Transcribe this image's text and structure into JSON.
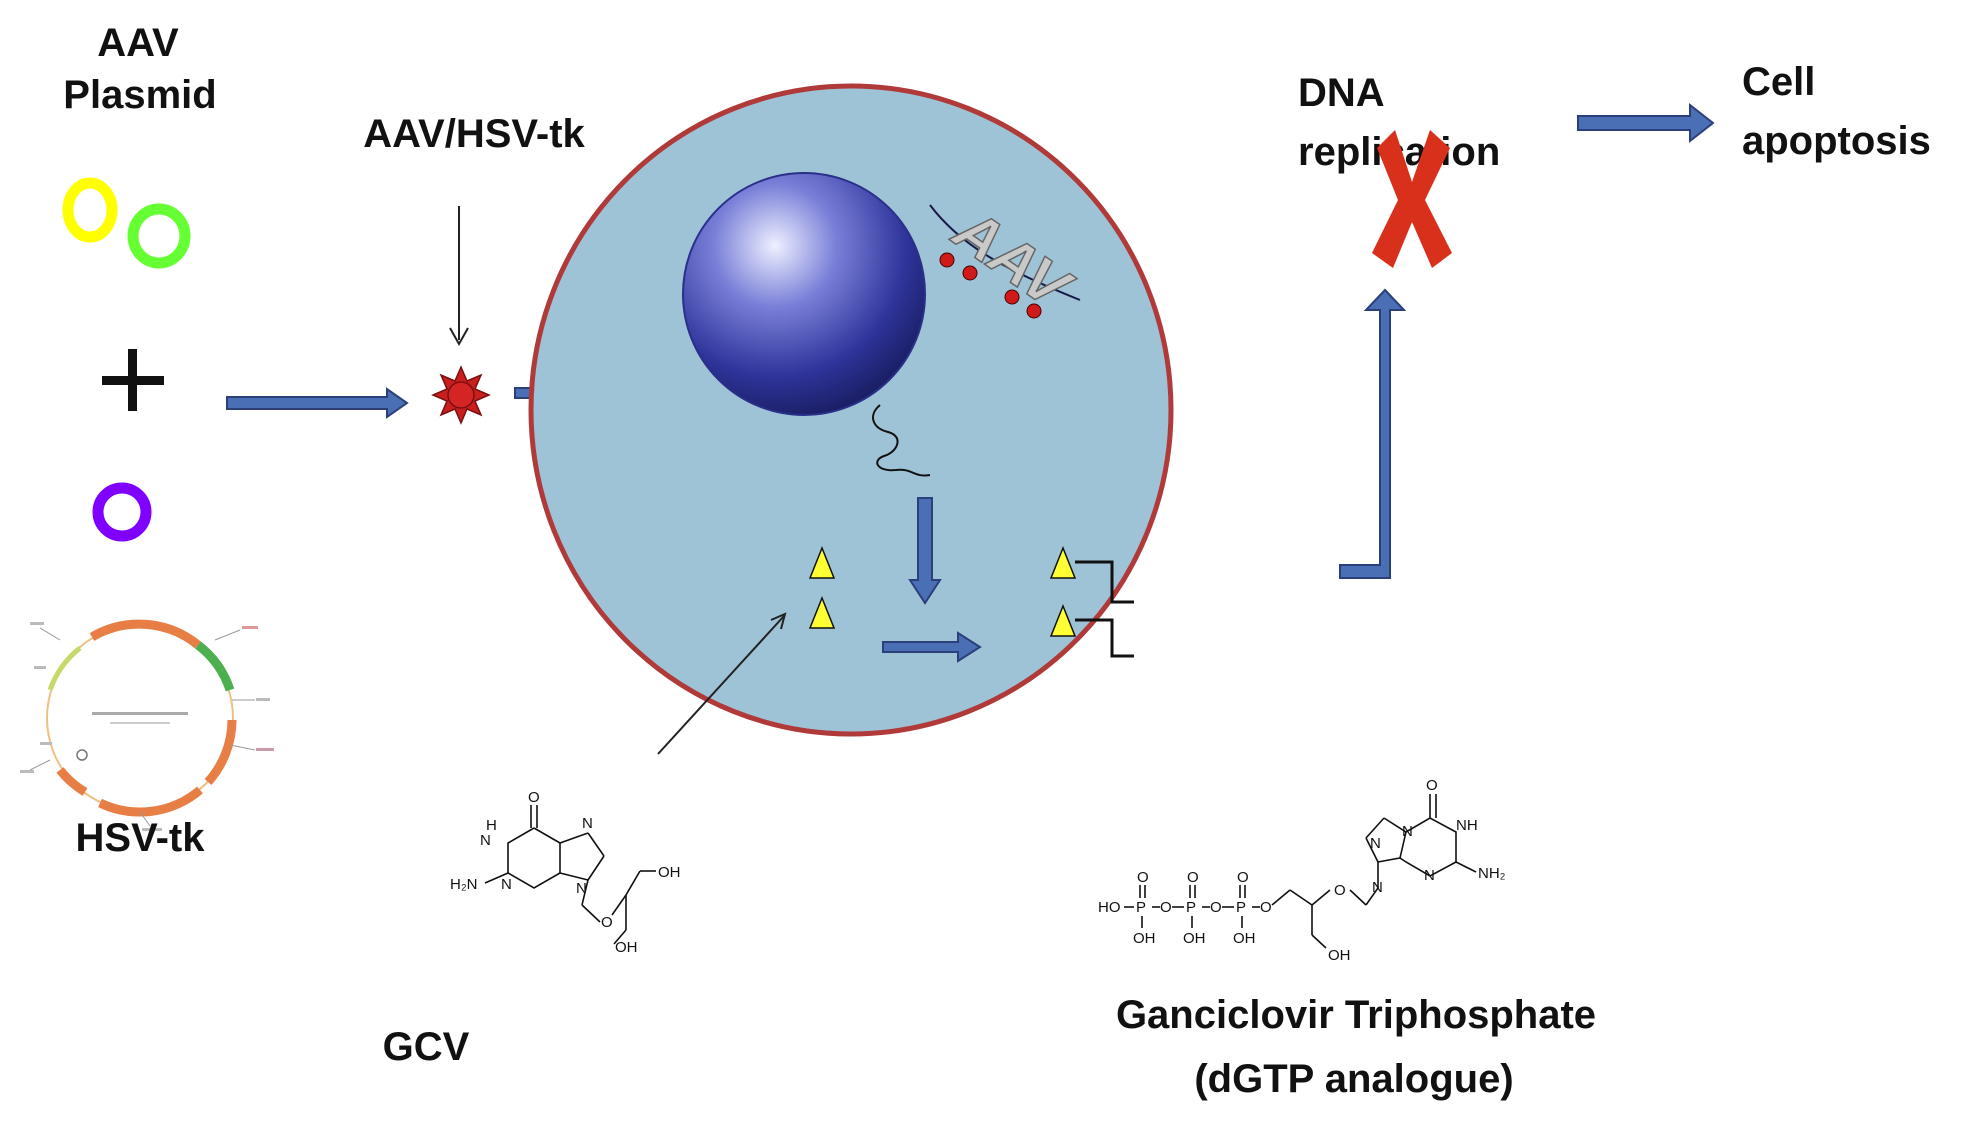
{
  "labels": {
    "aav_plasmid_line1": "AAV",
    "aav_plasmid_line2": "Plasmid",
    "aav_hsv_tk": "AAV/HSV-tk",
    "hsv_tk": "HSV-tk",
    "dna_replication_line1": "DNA",
    "dna_replication_line2": "replication",
    "cell_apoptosis_line1": "Cell",
    "cell_apoptosis_line2": "apoptosis",
    "gcv": "GCV",
    "gtp_line1": "Ganciclovir Triphosphate",
    "gtp_line2": "(dGTP analogue)",
    "nucleus_text": "AAV",
    "plus": "+"
  },
  "chem": {
    "o": "O",
    "n": "N",
    "nh": "NH",
    "h": "H",
    "h2n": "H₂N",
    "nh2": "NH₂",
    "oh": "OH",
    "ho": "HO",
    "p": "P"
  },
  "colors": {
    "arrow_fill": "#4a6fb5",
    "arrow_stroke": "#2b3f7a",
    "cell_fill": "#9fc3d6",
    "cell_border": "#b03a3a",
    "plasmid_yellow": "#ffff00",
    "plasmid_green": "#66ff33",
    "plasmid_purple": "#7f00ff",
    "virus": "#c81e1e",
    "triangle": "#ffff33",
    "x_mark": "#d9301c"
  }
}
